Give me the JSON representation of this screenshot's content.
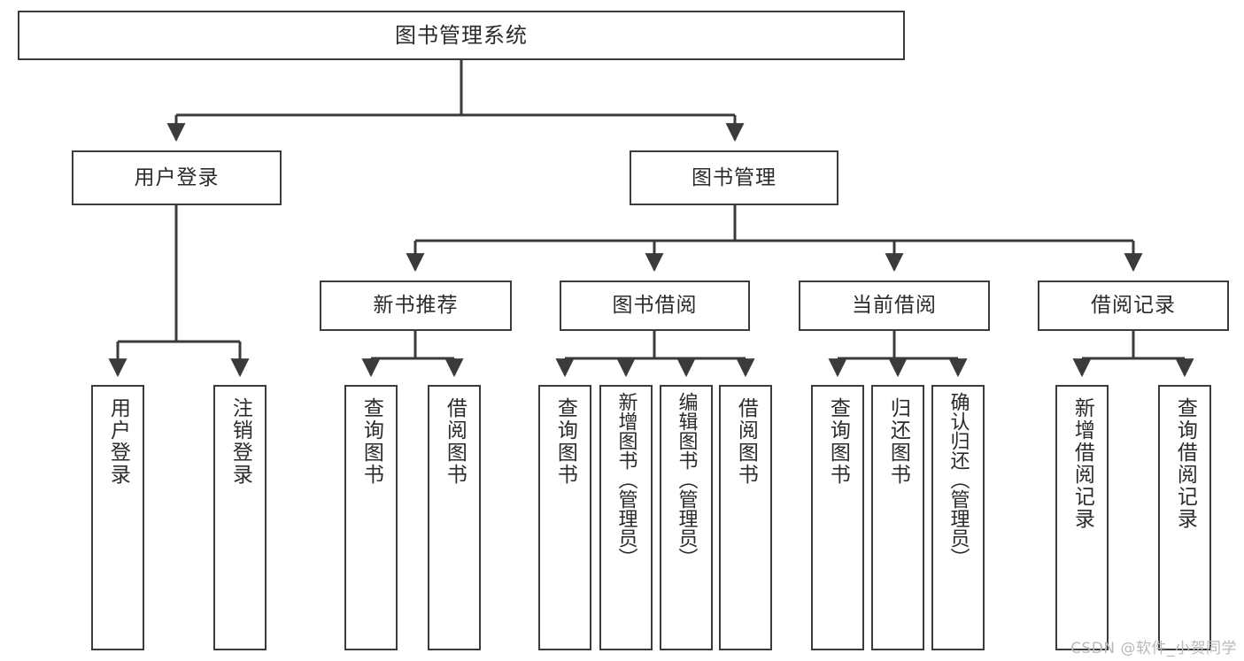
{
  "diagram": {
    "title": "图书管理系统",
    "type": "tree-hierarchy-chart",
    "root": {
      "label": "图书管理系统"
    },
    "level2": [
      {
        "label": "用户登录"
      },
      {
        "label": "图书管理"
      }
    ],
    "level3": [
      {
        "label": "新书推荐"
      },
      {
        "label": "图书借阅"
      },
      {
        "label": "当前借阅"
      },
      {
        "label": "借阅记录"
      }
    ],
    "leaves": {
      "user_login": [
        {
          "label": "用户登录"
        },
        {
          "label": "注销登录"
        }
      ],
      "new_book_recommend": [
        {
          "label": "查询图书"
        },
        {
          "label": "借阅图书"
        }
      ],
      "book_borrow": [
        {
          "label": "查询图书"
        },
        {
          "label": "新增图书（管理员）"
        },
        {
          "label": "编辑图书（管理员）"
        },
        {
          "label": "借阅图书"
        }
      ],
      "current_borrow": [
        {
          "label": "查询图书"
        },
        {
          "label": "归还图书"
        },
        {
          "label": "确认归还（管理员）"
        }
      ],
      "borrow_record": [
        {
          "label": "新增借阅记录"
        },
        {
          "label": "查询借阅记录"
        }
      ]
    }
  },
  "watermark": {
    "text": "CSDN @软件_小贺同学"
  },
  "colors": {
    "border": "#3b3b3b",
    "text": "#2b2b2b",
    "background": "#ffffff",
    "watermark": "#b9b9b9"
  }
}
